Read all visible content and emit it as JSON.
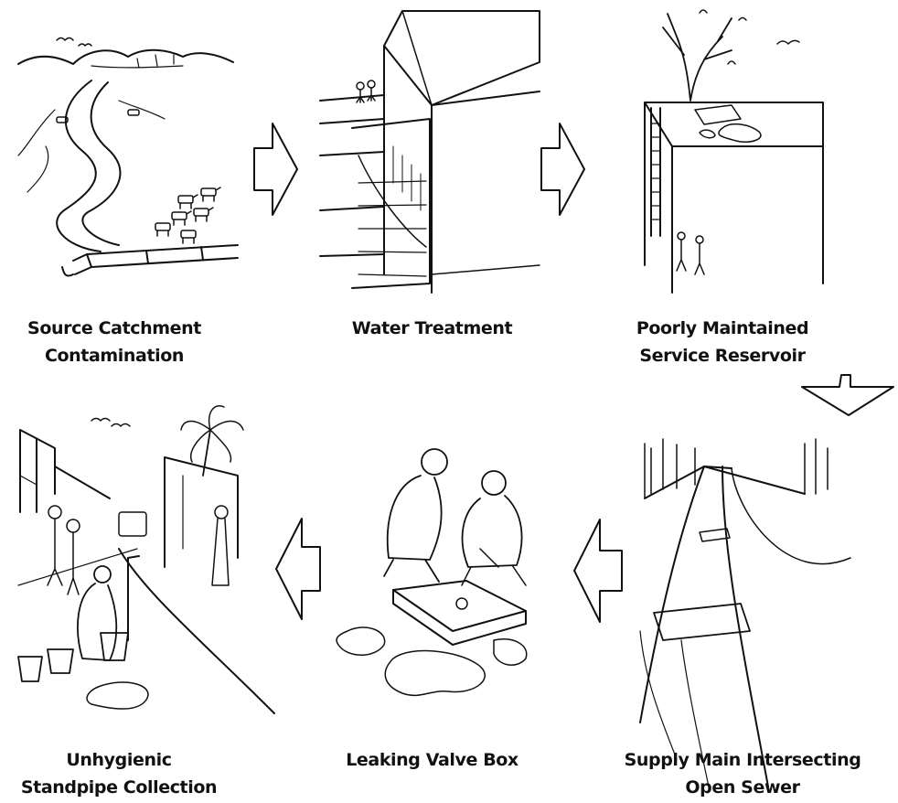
{
  "stages": [
    {
      "id": "source",
      "lines": [
        "Source Catchment",
        "Contamination"
      ]
    },
    {
      "id": "treatment",
      "lines": [
        "Water Treatment"
      ]
    },
    {
      "id": "reservoir",
      "lines": [
        "Poorly Maintained",
        "Service Reservoir"
      ]
    },
    {
      "id": "sewer",
      "lines": [
        "Supply Main Intersecting",
        "Open Sewer"
      ]
    },
    {
      "id": "valve",
      "lines": [
        "Leaking Valve Box"
      ]
    },
    {
      "id": "standpipe",
      "lines": [
        "Unhygienic",
        "Standpipe Collection"
      ]
    }
  ],
  "arrows": [
    {
      "from": "source",
      "to": "treatment",
      "direction": "right"
    },
    {
      "from": "treatment",
      "to": "reservoir",
      "direction": "right"
    },
    {
      "from": "reservoir",
      "to": "sewer",
      "direction": "down"
    },
    {
      "from": "sewer",
      "to": "valve",
      "direction": "left"
    },
    {
      "from": "valve",
      "to": "standpipe",
      "direction": "left"
    }
  ],
  "colors": {
    "ink": "#111111",
    "background": "#ffffff"
  }
}
